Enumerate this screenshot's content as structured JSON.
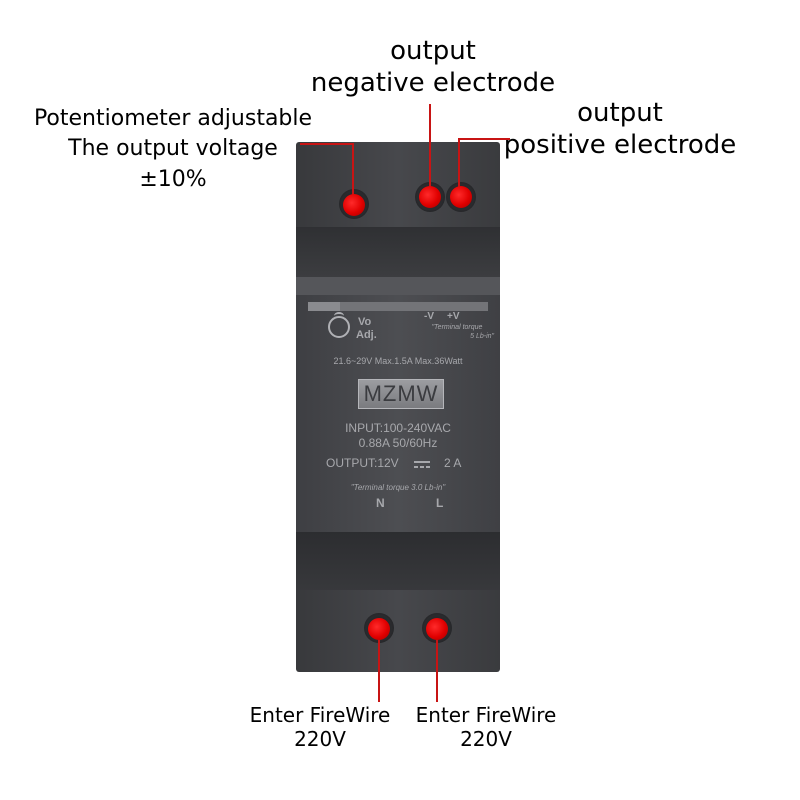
{
  "callouts": {
    "potentiometer": {
      "line1": "Potentiometer adjustable",
      "line2": "The output voltage",
      "line3": "±10%"
    },
    "negative": {
      "line1": "output",
      "line2": "negative electrode"
    },
    "positive": {
      "line1": "output",
      "line2": "positive electrode"
    },
    "fire_left": {
      "line1": "Enter FireWire",
      "line2": "220V"
    },
    "fire_right": {
      "line1": "Enter FireWire",
      "line2": "220V"
    }
  },
  "device": {
    "adj_label_1": "Vo",
    "adj_label_2": "Adj.",
    "minus_v": "-V",
    "plus_v": "+V",
    "torque_top_1": "\"Terminal torque",
    "torque_top_2": "5 Lb-in\"",
    "rating": "21.6~29V Max.1.5A Max.36Watt",
    "brand": "MZMW",
    "input_1": "INPUT:100-240VAC",
    "input_2": "0.88A 50/60Hz",
    "output_label": "OUTPUT:12V",
    "output_current": "2 A",
    "torque_bottom": "\"Terminal torque 3.0 Lb-in\"",
    "terminal_n": "N",
    "terminal_l": "L"
  },
  "colors": {
    "marker_red": "#e00000",
    "leader_red": "#c81414",
    "housing": "#45464a",
    "print": "#a7a8ac"
  }
}
